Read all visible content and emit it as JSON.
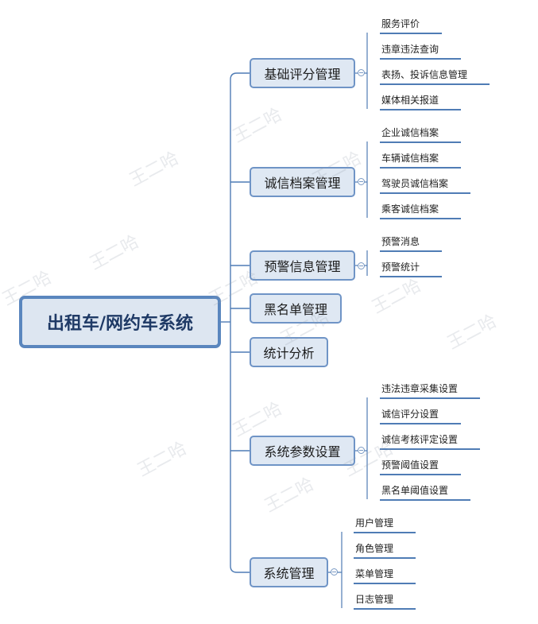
{
  "root": "出租车/网约车系统",
  "watermark": "王二哈",
  "line_color": "#4f7cb5",
  "branches": [
    {
      "label": "基础评分管理",
      "children": [
        "服务评价",
        "违章违法查询",
        "表扬、投诉信息管理",
        "媒体相关报道"
      ]
    },
    {
      "label": "诚信档案管理",
      "children": [
        "企业诚信档案",
        "车辆诚信档案",
        "驾驶员诚信档案",
        "乘客诚信档案"
      ]
    },
    {
      "label": "预警信息管理",
      "children": [
        "预警消息",
        "预警统计"
      ]
    },
    {
      "label": "黑名单管理",
      "children": []
    },
    {
      "label": "统计分析",
      "children": []
    },
    {
      "label": "系统参数设置",
      "children": [
        "违法违章采集设置",
        "诚信评分设置",
        "诚信考核评定设置",
        "预警阈值设置",
        "黑名单阈值设置"
      ]
    },
    {
      "label": "系统管理",
      "children": [
        "用户管理",
        "角色管理",
        "菜单管理",
        "日志管理"
      ]
    }
  ]
}
